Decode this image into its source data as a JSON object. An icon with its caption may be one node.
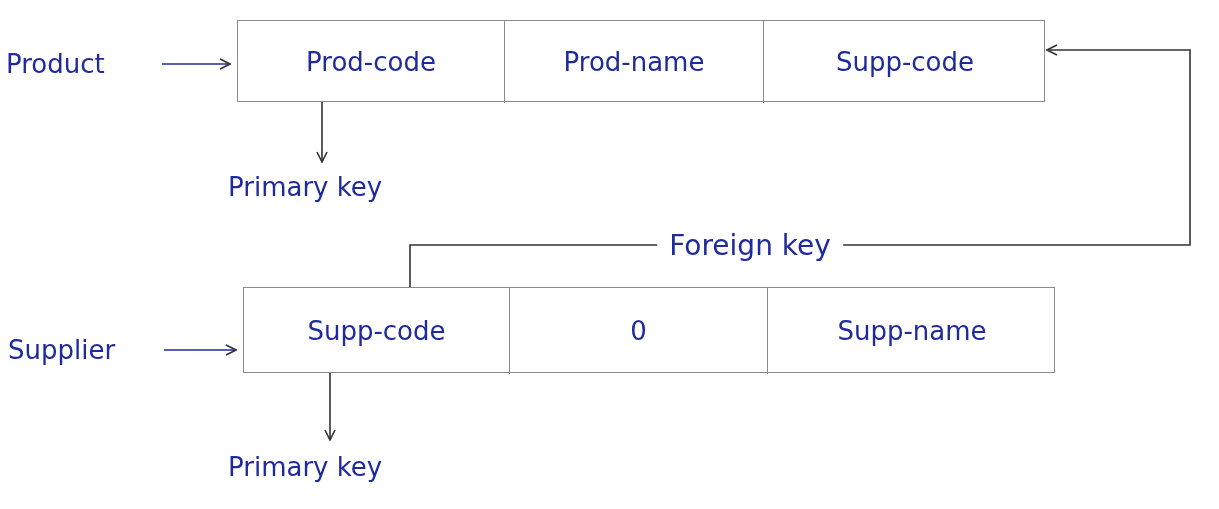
{
  "diagram": {
    "nodes": [
      {
        "text": [
          "Product"
        ]
      },
      {
        "text": [],
        "shape": "box"
      },
      {
        "text": [
          "Prod-code"
        ],
        "in": 1
      },
      {
        "text": [
          "Prod-name"
        ],
        "in": 1
      },
      {
        "text": [
          "Supp-code"
        ],
        "in": 1
      },
      {
        "text": [
          "Primary key"
        ]
      },
      {
        "text": [
          "Supplier"
        ]
      },
      {
        "text": [],
        "shape": "box"
      },
      {
        "text": [
          "Supp-code"
        ],
        "in": 7
      },
      {
        "text": [
          "0"
        ],
        "in": 7
      },
      {
        "text": [
          "Supp-name"
        ],
        "in": 7
      },
      {
        "text": [
          "Primary key"
        ]
      }
    ],
    "edges": [
      {
        "from": 0,
        "to": 1,
        "arrow": "to",
        "color": "#1f2a9c"
      },
      {
        "from": 2,
        "to": 5,
        "arrow": "to"
      },
      {
        "from": 8,
        "to": 4,
        "arrow": "to",
        "label": "Foreign key"
      },
      {
        "from": 6,
        "to": 7,
        "arrow": "to",
        "color": "#1f2a9c"
      },
      {
        "from": 8,
        "to": 11,
        "arrow": "to"
      }
    ]
  }
}
